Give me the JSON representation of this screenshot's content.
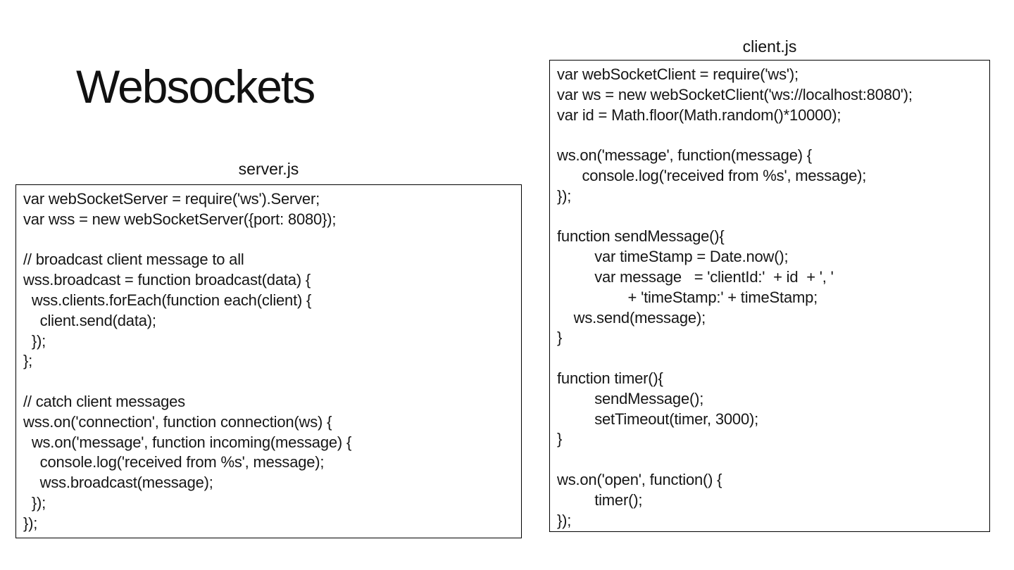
{
  "slide": {
    "title": "Websockets"
  },
  "colors": {
    "background": "#ffffff",
    "text": "#111111",
    "code_text": "#161616",
    "box_border": "#000000"
  },
  "panels": {
    "server": {
      "label": "server.js",
      "code_lines": [
        "var webSocketServer = require('ws').Server;",
        "var wss = new webSocketServer({port: 8080});",
        "",
        "// broadcast client message to all",
        "wss.broadcast = function broadcast(data) {",
        "  wss.clients.forEach(function each(client) {",
        "    client.send(data);",
        "  });",
        "};",
        "",
        "// catch client messages",
        "wss.on('connection', function connection(ws) {",
        "  ws.on('message', function incoming(message) {",
        "    console.log('received from %s', message);",
        "    wss.broadcast(message);",
        "  });",
        "});"
      ]
    },
    "client": {
      "label": "client.js",
      "code_lines": [
        "var webSocketClient = require('ws');",
        "var ws = new webSocketClient('ws://localhost:8080');",
        "var id = Math.floor(Math.random()*10000);",
        "",
        "ws.on('message', function(message) {",
        "      console.log('received from %s', message);",
        "});",
        "",
        "function sendMessage(){",
        "         var timeStamp = Date.now();",
        "         var message   = 'clientId:'  + id  + ', '",
        "                 + 'timeStamp:' + timeStamp;",
        "    ws.send(message);",
        "}",
        "",
        "function timer(){",
        "         sendMessage();",
        "         setTimeout(timer, 3000);",
        "}",
        "",
        "ws.on('open', function() {",
        "         timer();",
        "});"
      ]
    }
  }
}
